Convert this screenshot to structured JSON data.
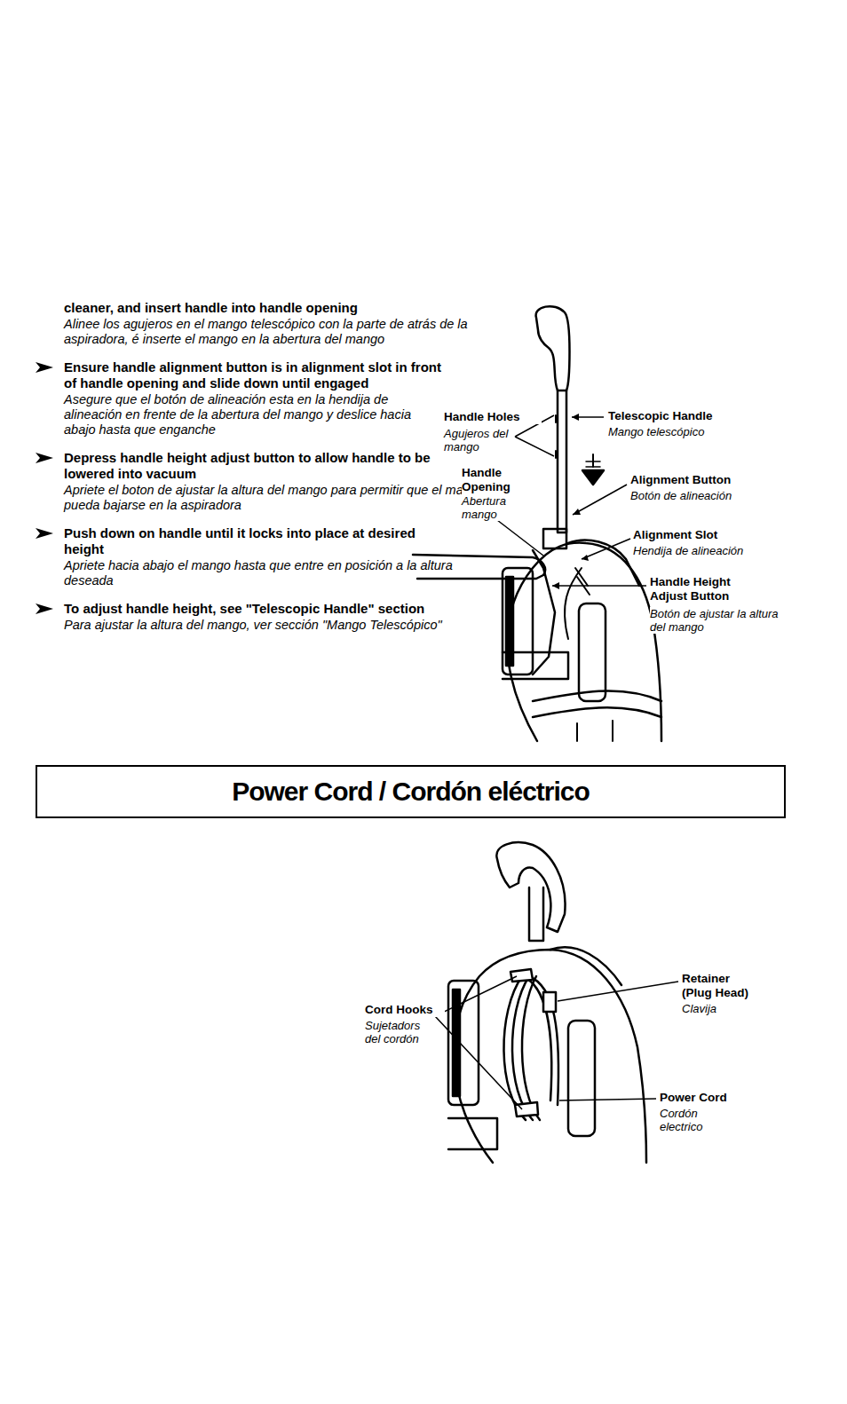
{
  "diagram": {
    "title": "Power Cord / Cordón eléctrico",
    "labels": [
      "cleaner, and insert handle into handle opening",
      "Alinee los agujeros en el mango telescópico con la parte de atrás de la aspiradora, é inserte el mango en la abertura del mango",
      "Ensure handle alignment button is in alignment slot in front of handle opening and slide down until engaged",
      "Asegure que el botón de alineación esta en la hendija de alineación en frente de la abertura del mango y deslice hacia abajo hasta que enganche",
      "Depress handle height adjust button to allow handle to be lowered into vacuum",
      "Apriete el boton de ajustar la altura del mango para permitir que el mango pueda bajarse en la aspiradora",
      "Push down on handle until it locks into place at desired height",
      "Apriete hacia abajo el mango hasta que entre en posición a la altura deseada",
      "To adjust handle height, see \"Telescopic Handle\" section",
      "Para ajustar la altura del mango, ver sección \"Mango Telescópico\"",
      "Handle Holes",
      "Agujeros del mango",
      "Handle Opening",
      "Abertura mango",
      "Telescopic Handle",
      "Mango telescópico",
      "Alignment Button",
      "Botón de alineación",
      "Alignment Slot",
      "Hendija de alineación",
      "Handle Height Adjust Button",
      "Botón de ajustar la altura del mango",
      "Cord Hooks",
      "Sujetadors del cordón",
      "Retainer (Plug Head)",
      "Clavija",
      "Power Cord",
      "Cordón electrico"
    ]
  }
}
